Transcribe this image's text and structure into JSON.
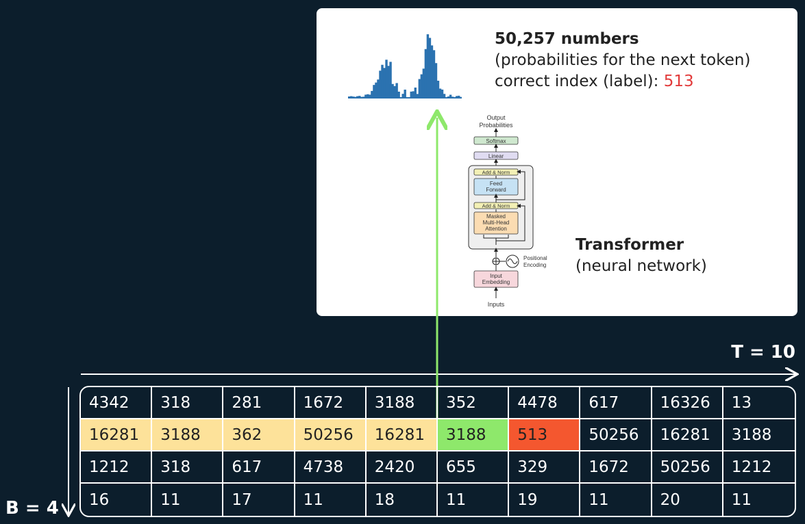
{
  "probabilities": {
    "title": "50,257 numbers",
    "subtitle": "(probabilities for the next token)",
    "label_prefix": "correct index (label): ",
    "label_value": "513",
    "histogram_icon": "histogram-icon"
  },
  "transformer": {
    "title": "Transformer",
    "subtitle": "(neural network)",
    "diagram": {
      "output": "Output",
      "probabilities": "Probabilities",
      "softmax": "Softmax",
      "linear": "Linear",
      "add_norm_top": "Add & Norm",
      "feed": "Feed",
      "forward": "Forward",
      "add_norm_bottom": "Add & Norm",
      "masked": "Masked",
      "multi_head": "Multi-Head",
      "attention": "Attention",
      "positional": "Positional",
      "encoding": "Encoding",
      "input": "Input",
      "embedding": "Embedding",
      "inputs": "Inputs"
    }
  },
  "axes": {
    "t_label": "T = 10",
    "b_label": "B = 4"
  },
  "tokens": {
    "rows": [
      [
        "4342",
        "318",
        "281",
        "1672",
        "3188",
        "352",
        "4478",
        "617",
        "16326",
        "13"
      ],
      [
        "16281",
        "3188",
        "362",
        "50256",
        "16281",
        "3188",
        "513",
        "50256",
        "16281",
        "3188"
      ],
      [
        "1212",
        "318",
        "617",
        "4738",
        "2420",
        "655",
        "329",
        "1672",
        "50256",
        "1212"
      ],
      [
        "16",
        "11",
        "17",
        "11",
        "18",
        "11",
        "19",
        "11",
        "20",
        "11"
      ]
    ],
    "highlight_row": 1,
    "context_columns": [
      0,
      1,
      2,
      3,
      4
    ],
    "current_column": 5,
    "target_column": 6
  },
  "colors": {
    "background": "#0c1e2c",
    "context": "#fde29a",
    "current": "#8ee86b",
    "target": "#f4572f",
    "arrow": "#8ee86b",
    "histogram": "#2b72b0",
    "label": "#e23a3a"
  }
}
